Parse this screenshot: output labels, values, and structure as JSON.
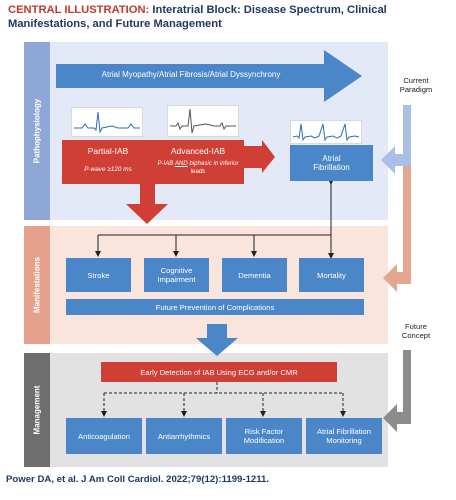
{
  "header": {
    "title_prefix": "CENTRAL ILLUSTRATION:",
    "title_rest": " Interatrial Block: Disease Spectrum, Clinical Manifestations, and Future Management"
  },
  "sections": {
    "pathophysiology": "Pathophysiology",
    "manifestations": "Manifestations",
    "management": "Management"
  },
  "pathophysiology": {
    "banner": "Atrial Myopathy/Atrial Fibrosis/Atrial Dyssynchrony",
    "partial_title": "Partial-IAB",
    "partial_sub": "P-wave ≥120 ms",
    "advanced_title": "Advanced-IAB",
    "advanced_sub_1": "P-IAB ",
    "advanced_sub_and": "AND",
    "advanced_sub_2": " biphasic in inferior leads",
    "af": "Atrial Fibrillation"
  },
  "manifestations": {
    "items": [
      "Stroke",
      "Cognitive Impairment",
      "Dementia",
      "Mortality"
    ],
    "prevention": "Future Prevention of Complications"
  },
  "management": {
    "early_detection": "Early Detection of IAB Using ECG and/or CMR",
    "items": [
      "Anticoagulation",
      "Antiarrhythmics",
      "Risk Factor Modification",
      "Atrial Fibrillation Monitoring"
    ]
  },
  "right_labels": {
    "current": "Current Paradigm",
    "future": "Future Concept"
  },
  "footer": "Power DA, et al. J Am Coll Cardiol. 2022;79(12):1199-1211.",
  "colors": {
    "path_bg": "#e3e9f6",
    "manif_bg": "#f9e5dc",
    "mgmt_bg": "#e2e2e2",
    "box_blue": "#4a86c8",
    "red": "#cf3f35",
    "banner_blue": "#4a86c8"
  }
}
